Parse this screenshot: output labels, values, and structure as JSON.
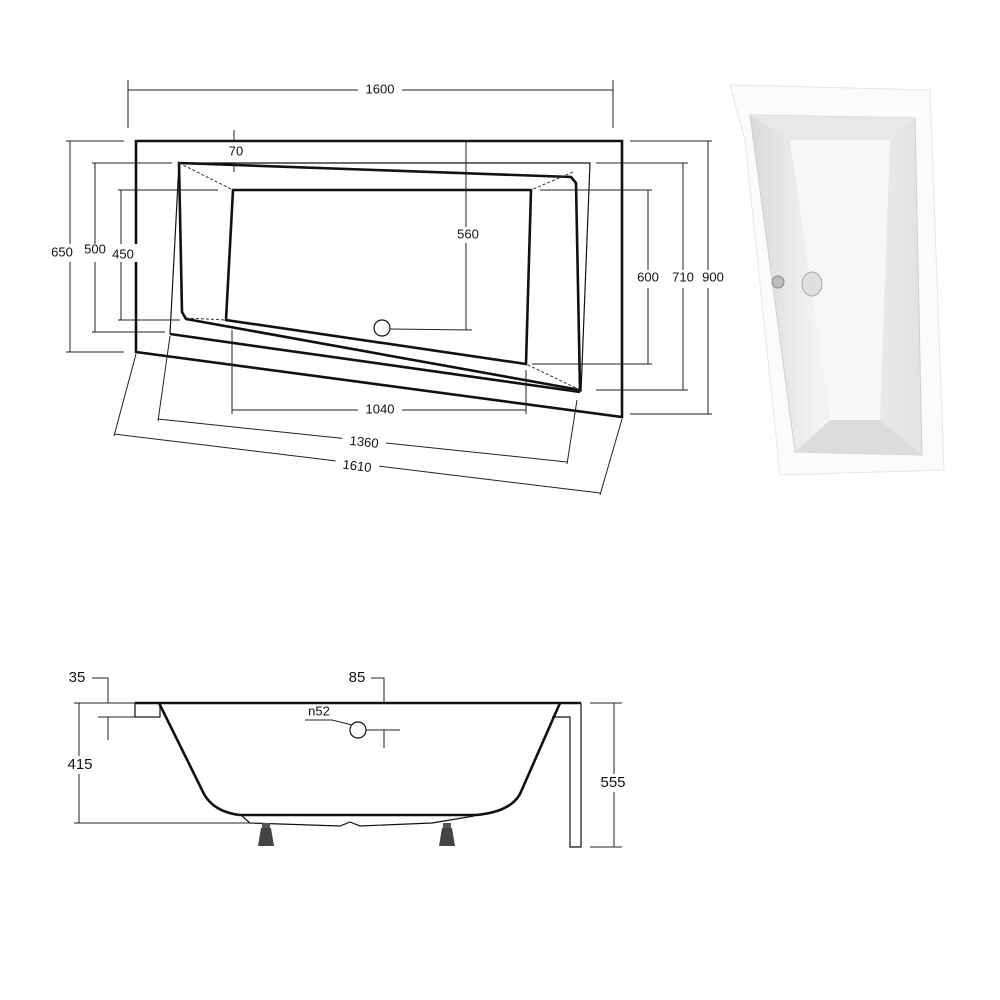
{
  "top_view": {
    "dimensions": {
      "overall_length": "1600",
      "rim_offset": "70",
      "drain_to_back": "560",
      "short_side_outer": "650",
      "short_side_rim": "500",
      "short_side_floor": "450",
      "long_side_floor": "600",
      "long_side_rim": "710",
      "long_side_outer": "900",
      "floor_length": "1040",
      "front_rim_length": "1360",
      "front_outer_length": "1610"
    }
  },
  "side_view": {
    "dimensions": {
      "rim_thickness": "35",
      "overflow_offset": "85",
      "overflow_diameter": "n52",
      "bowl_depth": "415",
      "total_height": "555"
    }
  }
}
